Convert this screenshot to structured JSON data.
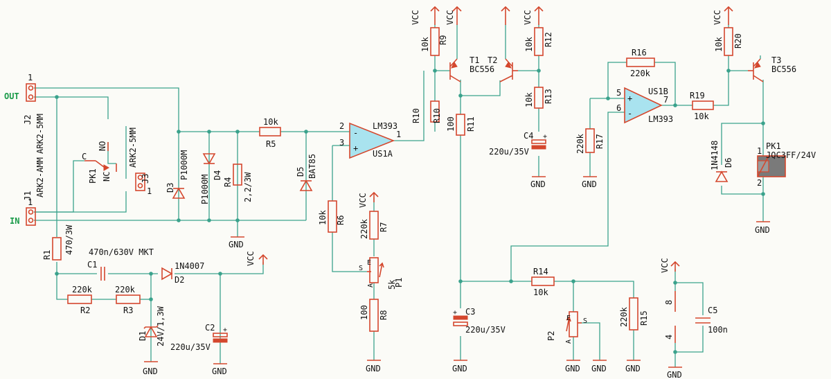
{
  "connectors": {
    "out": "OUT",
    "in": "IN",
    "j2": "J2",
    "j2_type": "ARK2-5MM",
    "j1": "J1",
    "j1_type": "ARK2-AMM",
    "j3": "J3",
    "j3_type": "ARK2-5MM",
    "pin1": "1",
    "pin2": "2"
  },
  "pk1_switch": {
    "ref": "PK1",
    "c": "C",
    "nc": "NC",
    "no": "NO"
  },
  "supply": {
    "vcc": "VCC",
    "gnd": "GND",
    "r1": "R1",
    "r1_val": "470/3W",
    "c1": "C1",
    "c1_val": "470n/630V MKT",
    "d2": "D2",
    "d2_val": "1N4007",
    "r2": "R2",
    "r2_val": "220k",
    "r3": "R3",
    "r3_val": "220k",
    "d1": "D1",
    "d1_val": "24V/1,3W",
    "c2": "C2",
    "c2_val": "220u/35V"
  },
  "input": {
    "d3": "D3",
    "d3_val": "P1000M",
    "d4": "D4",
    "d4_val": "P1000M",
    "r4": "R4",
    "r4_val": "2,2/3W",
    "r5": "R5",
    "r5_val": "10k",
    "d5": "D5",
    "d5_val": "BAT85"
  },
  "comparator_a": {
    "ref": "US1A",
    "part": "LM393",
    "minus": "-",
    "plus": "+",
    "pin2": "2",
    "pin3": "3",
    "pin1": "1",
    "r6": "R6",
    "r6_val": "10k",
    "r7": "R7",
    "r7_val": "220k",
    "p1": "P1",
    "p1_val": "5k",
    "p1_s": "S",
    "p1_e": "E",
    "p1_a": "A",
    "r8": "R8",
    "r8_val": "100"
  },
  "transistors": {
    "r9": "R9",
    "r9_val": "10k",
    "r10": "R10",
    "r10_val": "R10",
    "t1": "T1",
    "t2": "T2",
    "t_part": "BC556",
    "r11": "R11",
    "r11_val": "100",
    "r12": "R12",
    "r12_val": "10k",
    "r13": "R13",
    "r13_val": "10k",
    "c4": "C4",
    "c4_val": "220u/35V",
    "c3": "C3",
    "c3_val": "220u/35V"
  },
  "timer": {
    "r14": "R14",
    "r14_val": "10k",
    "p2": "P2",
    "p2_e": "E",
    "p2_s": "S",
    "p2_a": "A",
    "r15": "R15",
    "r15_val": "220k"
  },
  "comparator_b": {
    "ref": "US1B",
    "part": "LM393",
    "plus": "+",
    "minus": "-",
    "pin5": "5",
    "pin6": "6",
    "pin7": "7",
    "r16": "R16",
    "r16_val": "220k",
    "r17": "R17",
    "r17_val": "220k",
    "r19": "R19",
    "r19_val": "10k"
  },
  "relay": {
    "r20": "R20",
    "r20_val": "10k",
    "t3": "T3",
    "t3_part": "BC556",
    "pk1": "PK1",
    "pk1_part": "JQC3FF/24V",
    "d6": "D6",
    "d6_val": "1N4148",
    "pin1": "1",
    "pin2": "2"
  },
  "decoupling": {
    "c5": "C5",
    "c5_val": "100n",
    "pin8": "8",
    "pin4": "4"
  },
  "colors": {
    "wire": "#3aa28c",
    "component": "#d4472d",
    "label": "#1a9b49",
    "opamp_fill": "#a9e3ef"
  }
}
